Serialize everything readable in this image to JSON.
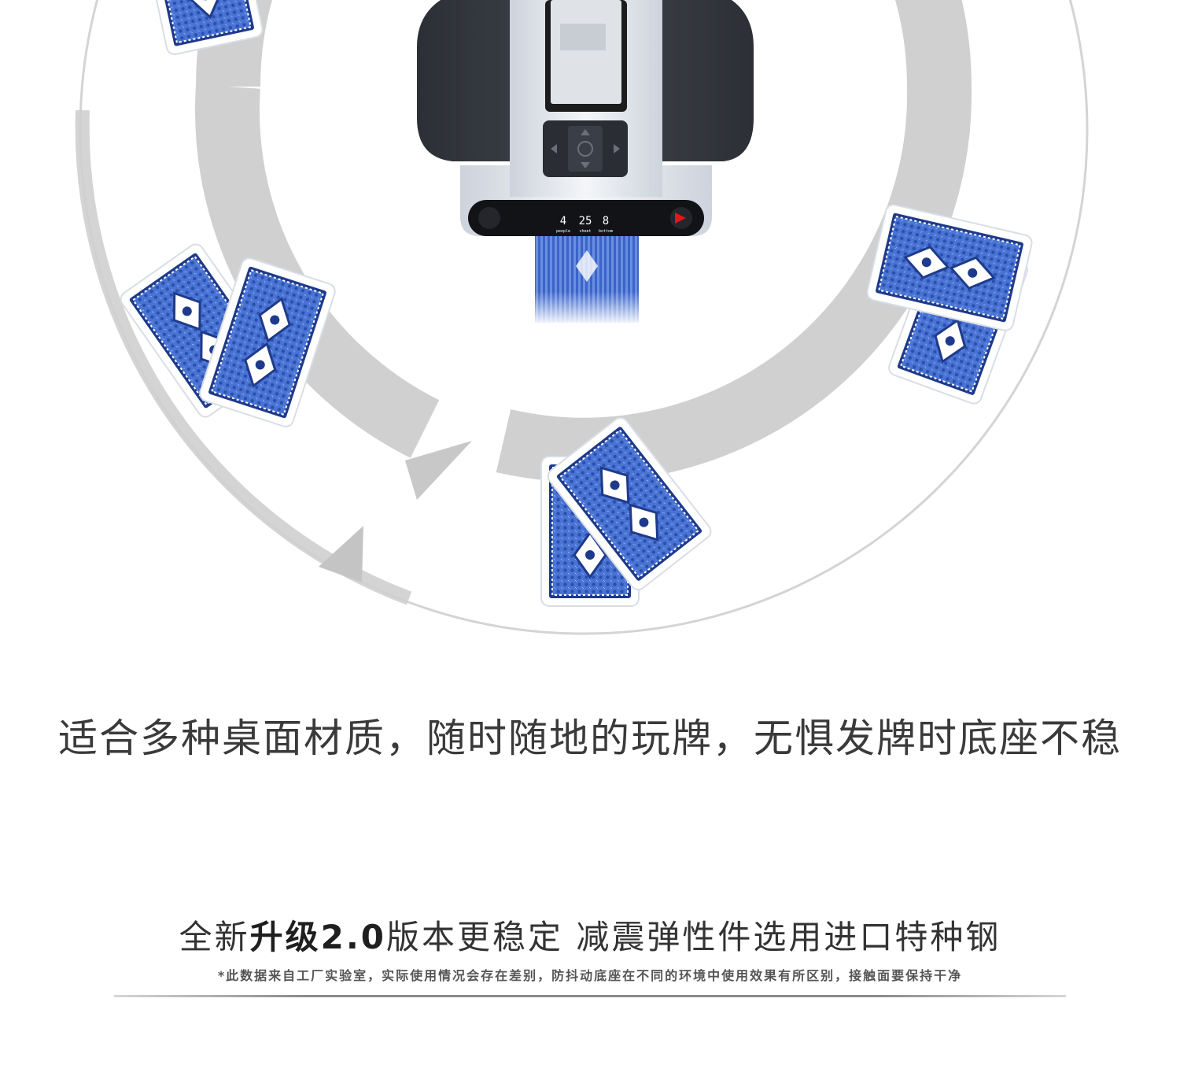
{
  "device": {
    "counter": {
      "values": [
        "4",
        "25",
        "8"
      ],
      "labels": [
        "people",
        "sheet",
        "bottom"
      ]
    },
    "icons": [
      "card-dealer-machine",
      "play-arrow-icon",
      "nav-arrow-icons"
    ]
  },
  "text": {
    "tagline": "适合多种桌面材质，随时随地的玩牌，无惧发牌时底座不稳",
    "headline_prefix": "全新",
    "headline_bold": "升级2.0",
    "headline_suffix": "版本更稳定 减震弹性件选用进口特种钢",
    "disclaimer": "*此数据来自工厂实验室，实际使用情况会存在差别，防抖动底座在不同的环境中使用效果有所区别，接触面要保持干净"
  },
  "colors": {
    "card_blue": "#3a64c8",
    "card_dark": "#1e3a8a",
    "ring_gray": "#c8c8c8",
    "accent_red": "#e01818",
    "text_dark": "#3a3a3a"
  }
}
